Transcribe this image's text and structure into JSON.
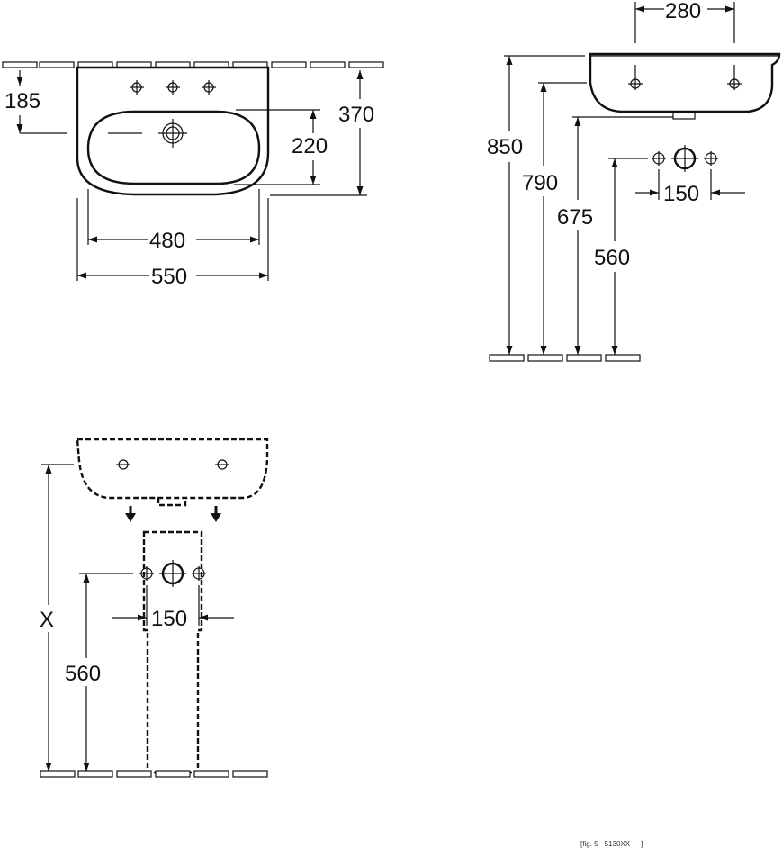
{
  "front_view": {
    "dim_width_outer": "550",
    "dim_width_inner": "480",
    "dim_depth_total": "370",
    "dim_tap_offset": "185",
    "dim_bowl_depth": "220"
  },
  "side_view": {
    "dim_tap_spacing": "280",
    "dim_height_top": "850",
    "dim_height_bowl": "790",
    "dim_height_bottom": "675",
    "dim_height_outlet": "560",
    "dim_outlet_spacing": "150"
  },
  "pedestal_view": {
    "dim_height_variable": "X",
    "dim_height_outlet": "560",
    "dim_outlet_spacing": "150"
  },
  "footer_note": "[fig. 5 · 5130XX ·  ·  ]"
}
